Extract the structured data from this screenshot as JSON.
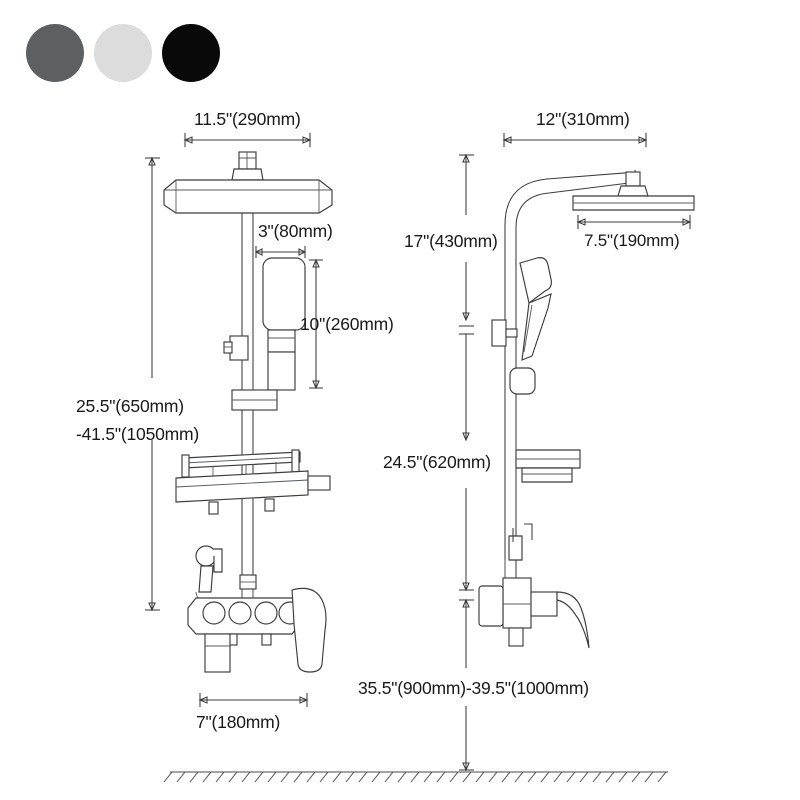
{
  "page": {
    "title": "Shower System Dimension Diagram",
    "background": "#ffffff",
    "line_color": "#3c3c3c",
    "text_color": "#1a1a1a"
  },
  "swatches": {
    "name": "finish-color-options",
    "items": [
      {
        "name": "gunmetal-gray",
        "color": "#5c6063"
      },
      {
        "name": "light-chrome",
        "color": "#dcdcdc"
      },
      {
        "name": "matte-black",
        "color": "#090909"
      }
    ]
  },
  "front_view": {
    "name": "front-elevation",
    "dimensions": {
      "shower_head_width": "11.5\"(290mm)",
      "mixer_offset": "3\"(80mm)",
      "handheld_drop": "10\"(260mm)",
      "slide_range_line1": "25.5\"(650mm)",
      "slide_range_line2": "-41.5\"(1050mm)",
      "valve_width": "7\"(180mm)"
    }
  },
  "side_view": {
    "name": "side-elevation",
    "dimensions": {
      "arm_reach": "12\"(310mm)",
      "shower_head_depth": "7.5\"(190mm)",
      "arm_height": "17\"(430mm)",
      "bar_height": "24.5\"(620mm)",
      "mount_height_range": "35.5\"(900mm)-39.5\"(1000mm)"
    }
  },
  "floor": {
    "name": "floor-ground-line",
    "label": ""
  }
}
